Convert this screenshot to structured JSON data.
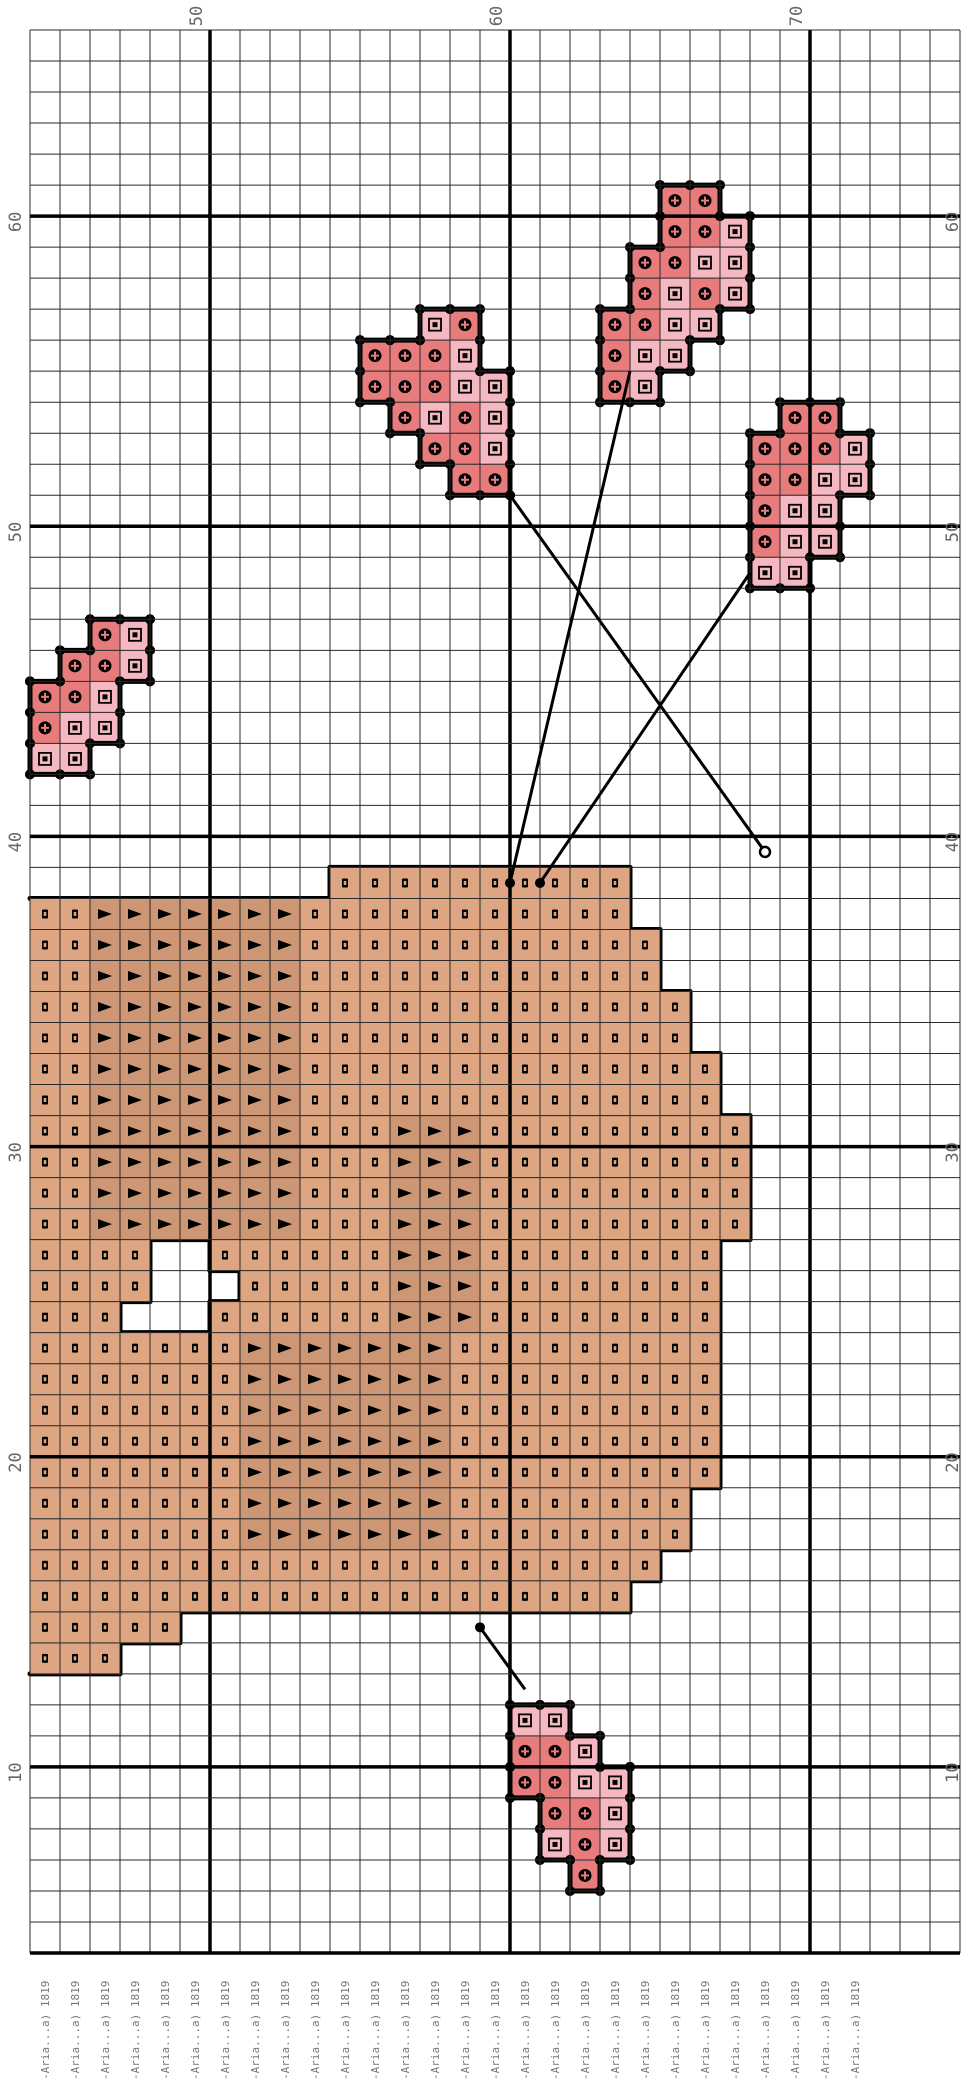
{
  "grid": {
    "orientation": "rotated-90",
    "x_range": [
      44,
      75
    ],
    "y_range": [
      4,
      66
    ],
    "minor_every": 1,
    "major_every": 10,
    "major_x": [
      50,
      60,
      70
    ],
    "major_y": [
      10,
      20,
      30,
      40,
      50,
      60
    ],
    "x_tick_labels": [
      "50",
      "60",
      "70"
    ],
    "y_tick_labels": [
      "10",
      "20",
      "30",
      "40",
      "50",
      "60"
    ]
  },
  "footer": {
    "label_text": "-Aria...a) 1819",
    "label_count": 28
  },
  "colors": {
    "minor_grid": "#2a2a2a",
    "major_grid": "#000000",
    "background": "#ffffff",
    "region_fill": "#dea582",
    "region_fill_alt": "#cd9674",
    "small_fill_dark": "#e87c7c",
    "small_fill_light": "#f6b8c0",
    "outline": "#000000"
  },
  "symbols": {
    "region_symbol": "small-rectangle",
    "region_alt_symbol": "triangle",
    "small_dark_symbol": "circle-bar",
    "small_light_symbol": "square-dot"
  },
  "chart_data": {
    "type": "cross-stitch-pattern",
    "regions": [
      {
        "name": "large-peach-region",
        "fill": "region_fill",
        "symbol": "region_symbol",
        "x_extent": [
          44,
          68
        ],
        "y_extent": [
          13,
          38
        ]
      }
    ],
    "motifs": [
      {
        "name": "motif-bottom-center",
        "center": [
          62.5,
          9.5
        ]
      },
      {
        "name": "motif-left",
        "center": [
          45.5,
          44.5
        ]
      },
      {
        "name": "motif-top-left-center",
        "center": [
          57.5,
          54.5
        ]
      },
      {
        "name": "motif-top-right",
        "center": [
          65.5,
          58.0
        ]
      },
      {
        "name": "motif-right",
        "center": [
          69.5,
          51.5
        ]
      }
    ],
    "thread_paths": [
      {
        "name": "thread-path-1",
        "points": [
          [
            60,
            38.5
          ],
          [
            64,
            55
          ]
        ]
      },
      {
        "name": "thread-path-2",
        "points": [
          [
            61,
            38.5
          ],
          [
            68,
            48.5
          ]
        ]
      },
      {
        "name": "thread-path-3",
        "points": [
          [
            60,
            51
          ],
          [
            68.5,
            39.5
          ]
        ]
      },
      {
        "name": "thread-path-4",
        "points": [
          [
            59,
            14.5
          ],
          [
            60.5,
            12.5
          ]
        ]
      }
    ]
  }
}
